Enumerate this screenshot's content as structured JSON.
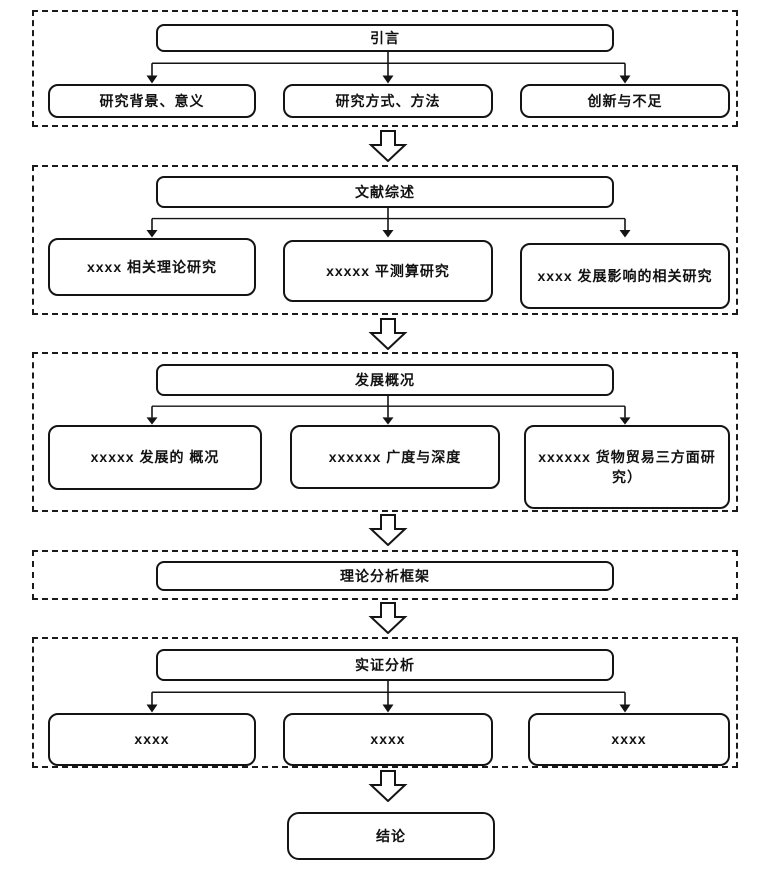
{
  "diagram": {
    "title": "thesis-structure-flowchart",
    "sections": [
      {
        "parent": "引言",
        "children": [
          "研究背景、意义",
          "研究方式、方法",
          "创新与不足"
        ]
      },
      {
        "parent": "文献综述",
        "children": [
          "xxxx 相关理论研究",
          "xxxxx 平测算研究",
          "xxxx 发展影响的相关研究"
        ]
      },
      {
        "parent": "发展概况",
        "children": [
          "xxxxx 发展的 概况",
          "xxxxxx 广度与深度",
          "xxxxxx 货物贸易三方面研究）"
        ]
      },
      {
        "parent": "理论分析框架",
        "children": []
      },
      {
        "parent": "实证分析",
        "children": [
          "xxxx",
          "xxxx",
          "xxxx"
        ]
      }
    ],
    "final": "结论"
  },
  "colors": {
    "line": "#141414",
    "dashed_border": "#1b1b1b",
    "background": "#ffffff",
    "text": "#111111"
  }
}
